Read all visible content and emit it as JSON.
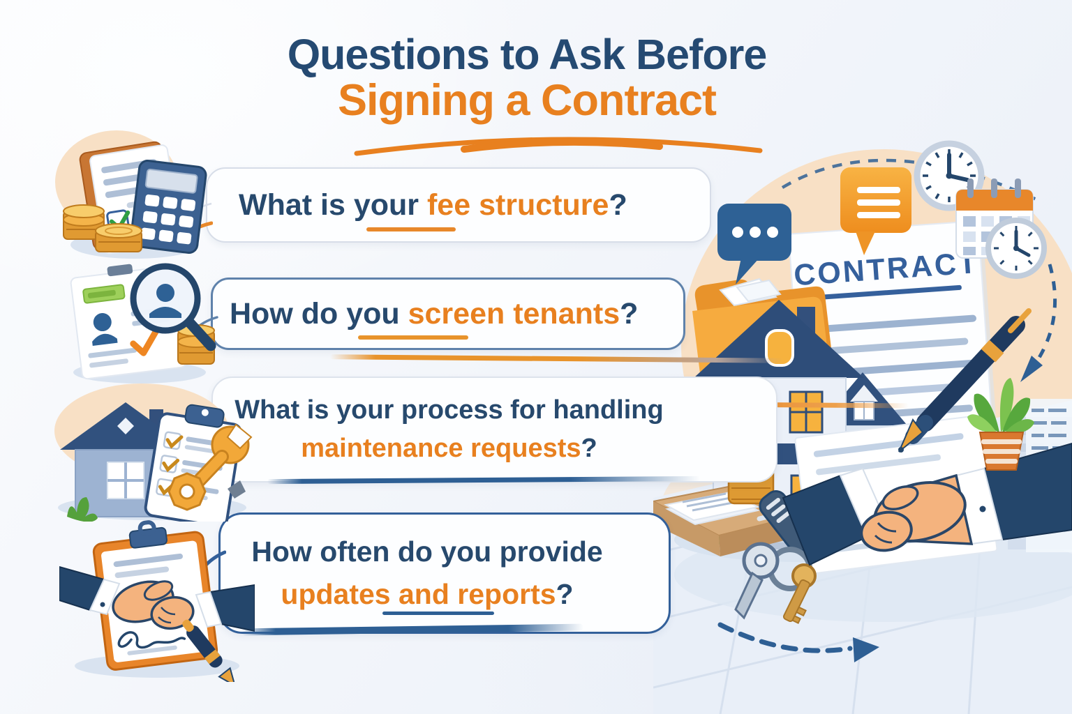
{
  "title": {
    "line1": "Questions to Ask Before",
    "line2": "Signing a Contract"
  },
  "questions": [
    {
      "prefix": "What is your ",
      "highlight": "fee structure",
      "suffix": "?"
    },
    {
      "prefix": "How do you ",
      "highlight": "screen tenants",
      "suffix": "?"
    },
    {
      "line1": "What is your process for handling",
      "highlight": "maintenance requests",
      "suffix": "?"
    },
    {
      "line1": "How often do you provide",
      "highlight": "updates and reports",
      "suffix": "?"
    }
  ],
  "scene": {
    "contract_label": "CONTRACT"
  },
  "icons": {
    "left": [
      "fees-calculator-icon",
      "tenant-screening-icon",
      "maintenance-house-checklist-icon",
      "handshake-report-icon"
    ],
    "right": [
      "folder-icon",
      "chat-dots-icon",
      "chat-lines-icon",
      "clock-icon",
      "calendar-icon",
      "small-clock-icon",
      "contract-document",
      "house-illustration",
      "coin-stack",
      "desk-papers",
      "keys-icon",
      "handshake-illustration",
      "signed-document",
      "pen-icon",
      "plant-icon",
      "dashed-arrows"
    ]
  },
  "colors": {
    "navy": "#27496d",
    "title_navy": "#254a72",
    "orange": "#e8801f",
    "peach": "#f8e0c5",
    "background": "#f2f5fa",
    "blue_border": "#33609a"
  }
}
